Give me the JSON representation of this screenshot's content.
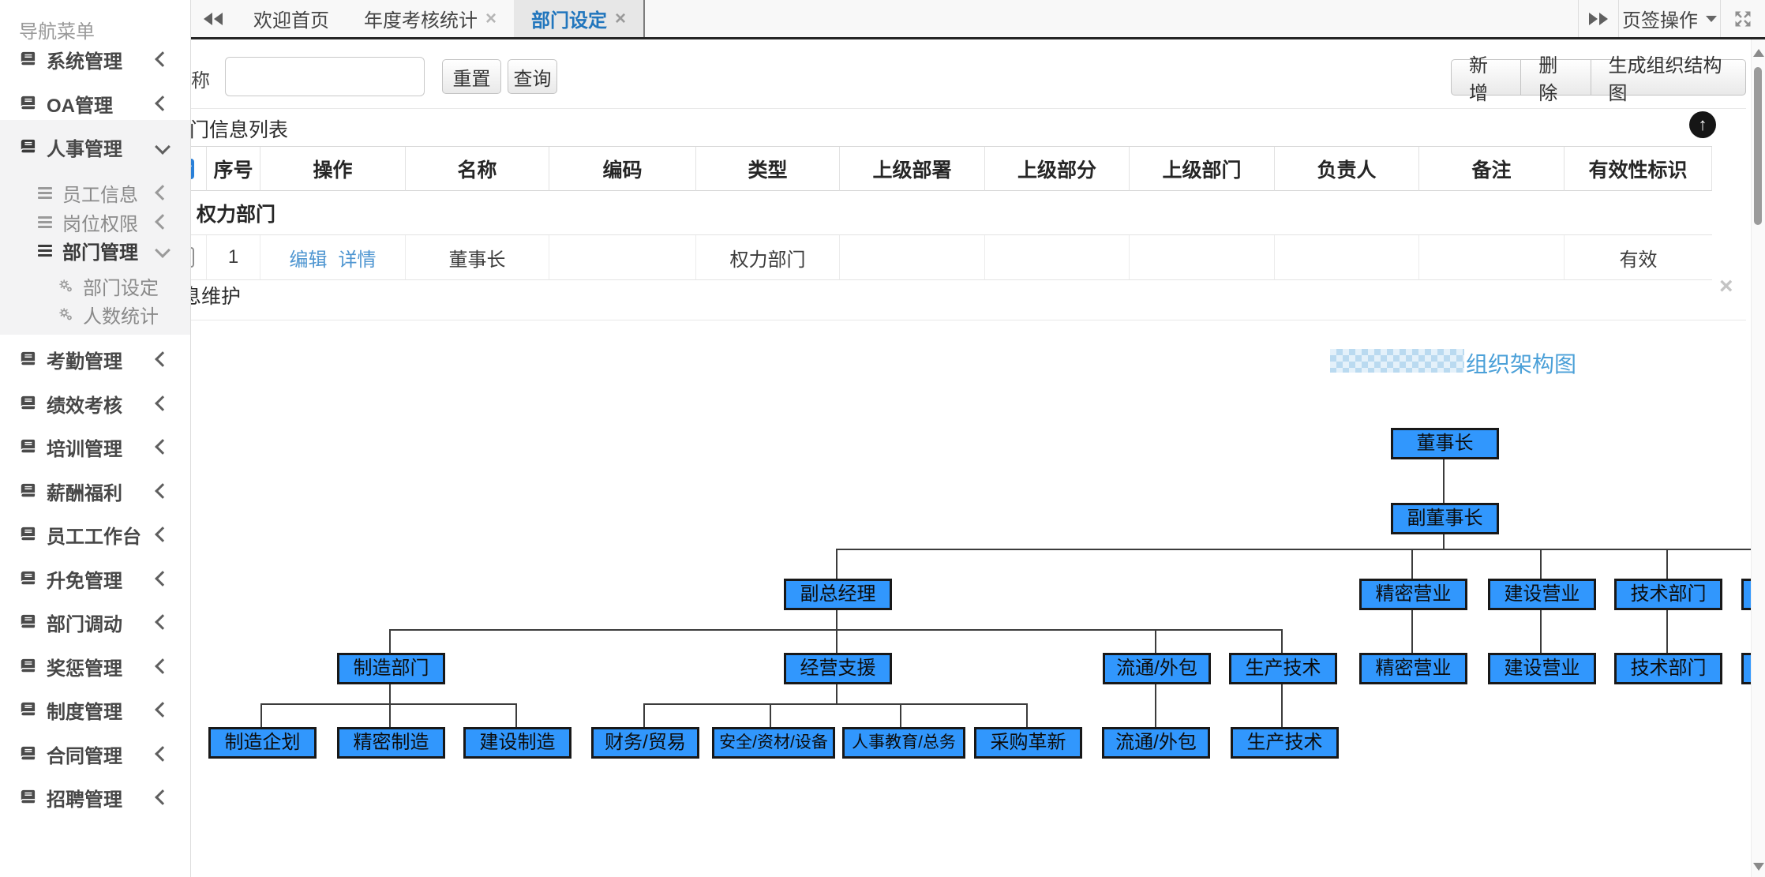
{
  "sidebar": {
    "title": "导航菜单",
    "items": [
      {
        "label": "系统管理",
        "state": "collapsed"
      },
      {
        "label": "OA管理",
        "state": "collapsed"
      },
      {
        "label": "人事管理",
        "state": "expanded"
      },
      {
        "label": "考勤管理",
        "state": "collapsed"
      },
      {
        "label": "绩效考核",
        "state": "collapsed"
      },
      {
        "label": "培训管理",
        "state": "collapsed"
      },
      {
        "label": "薪酬福利",
        "state": "collapsed"
      },
      {
        "label": "员工工作台",
        "state": "collapsed"
      },
      {
        "label": "升免管理",
        "state": "collapsed"
      },
      {
        "label": "部门调动",
        "state": "collapsed"
      },
      {
        "label": "奖惩管理",
        "state": "collapsed"
      },
      {
        "label": "制度管理",
        "state": "collapsed"
      },
      {
        "label": "合同管理",
        "state": "collapsed"
      },
      {
        "label": "招聘管理",
        "state": "collapsed"
      }
    ],
    "hr_children": [
      {
        "label": "员工信息",
        "state": "collapsed"
      },
      {
        "label": "岗位权限",
        "state": "collapsed"
      },
      {
        "label": "部门管理",
        "state": "expanded"
      }
    ],
    "dept_children": [
      {
        "label": "部门设定"
      },
      {
        "label": "人数统计"
      }
    ]
  },
  "tabbar": {
    "tabs": [
      {
        "label": "欢迎首页",
        "closable": false,
        "active": false
      },
      {
        "label": "年度考核统计",
        "closable": true,
        "active": false
      },
      {
        "label": "部门设定",
        "closable": true,
        "active": true
      }
    ],
    "close_glyph": "×",
    "menu_label": "页签操作"
  },
  "toolbar": {
    "name_label": "名称",
    "name_value": "",
    "reset_label": "重置",
    "search_label": "查询",
    "add_label": "新增",
    "delete_label": "删除",
    "generate_label": "生成组织结构图"
  },
  "list": {
    "title": "部门信息列表",
    "columns": [
      "序号",
      "操作",
      "名称",
      "编码",
      "类型",
      "上级部署",
      "上级部分",
      "上级部门",
      "负责人",
      "备注",
      "有效性标识"
    ],
    "group_label": "权力部门",
    "row": {
      "seq": "1",
      "edit": "编辑",
      "detail": "详情",
      "name": "董事长",
      "code": "",
      "type": "权力部门",
      "sup_dept_1": "",
      "sup_dept_2": "",
      "sup_dept_3": "",
      "manager": "",
      "remark": "",
      "valid": "有效"
    }
  },
  "maintain_panel": {
    "title": "部门信息维护"
  },
  "orgchart": {
    "title_text": "组织架构图",
    "title_prefix_redacted": true,
    "title_color": "#4ba0d8",
    "node_fill": "#3197fd",
    "node_border": "#181818",
    "levels": {
      "l1": [
        {
          "label": "董事长",
          "parent": ""
        }
      ],
      "l2": [
        {
          "label": "副董事长",
          "parent": "董事长"
        }
      ],
      "l3": [
        {
          "label": "副总经理",
          "parent": "副董事长"
        },
        {
          "label": "精密营业",
          "parent": "副董事长"
        },
        {
          "label": "建设营业",
          "parent": "副董事长"
        },
        {
          "label": "技术部门",
          "parent": "副董事长"
        },
        {
          "label": "",
          "parent": "副董事长",
          "truncated": true
        }
      ],
      "l4": [
        {
          "label": "制造部门",
          "parent": "副总经理"
        },
        {
          "label": "经营支援",
          "parent": "副总经理"
        },
        {
          "label": "流通/外包",
          "parent": "副总经理"
        },
        {
          "label": "生产技术",
          "parent": "副总经理"
        },
        {
          "label": "精密营业",
          "parent": "精密营业"
        },
        {
          "label": "建设营业",
          "parent": "建设营业"
        },
        {
          "label": "技术部门",
          "parent": "技术部门"
        },
        {
          "label": "",
          "parent": "",
          "truncated": true
        }
      ],
      "l5": [
        {
          "label": "制造企划",
          "parent": "制造部门"
        },
        {
          "label": "精密制造",
          "parent": "制造部门"
        },
        {
          "label": "建设制造",
          "parent": "制造部门"
        },
        {
          "label": "财务/贸易",
          "parent": "经营支援"
        },
        {
          "label": "安全/资材/设备",
          "parent": "经营支援"
        },
        {
          "label": "人事教育/总务",
          "parent": "经营支援"
        },
        {
          "label": "采购革新",
          "parent": "经营支援"
        },
        {
          "label": "流通/外包",
          "parent": "流通/外包"
        },
        {
          "label": "生产技术",
          "parent": "生产技术"
        }
      ]
    }
  }
}
